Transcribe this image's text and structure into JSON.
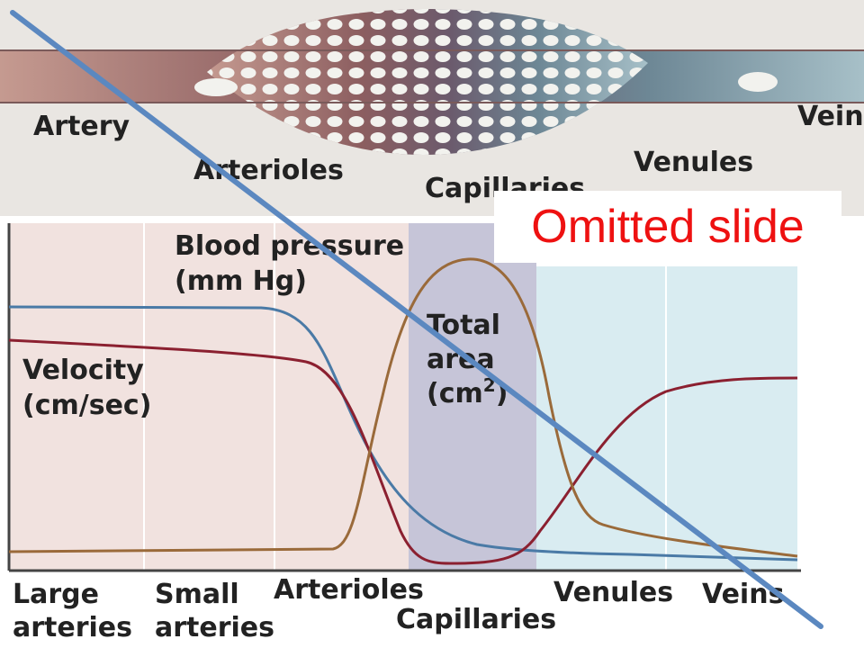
{
  "vessel_strip": {
    "labels": {
      "artery": "Artery",
      "arterioles": "Arterioles",
      "capillaries": "Capillaries",
      "venules": "Venules",
      "veins": "Veins"
    }
  },
  "graph": {
    "curve_labels": {
      "blood_pressure": [
        "Blood pressure",
        "(mm Hg)"
      ],
      "velocity": [
        "Velocity",
        "(cm/sec)"
      ],
      "total_area_line1": "Total",
      "total_area_line2": "area",
      "total_area_unit_base": "(cm",
      "total_area_unit_exp": "2",
      "total_area_unit_close": ")"
    },
    "x_labels": {
      "large_arteries": [
        "Large",
        "arteries"
      ],
      "small_arteries": [
        "Small",
        "arteries"
      ],
      "arterioles": "Arterioles",
      "capillaries": "Capillaries",
      "venules": "Venules",
      "veins": "Veins"
    }
  },
  "overlay": {
    "omitted_text": "Omitted slide"
  },
  "colors": {
    "blood_pressure": "#4a7aa6",
    "velocity": "#8b2030",
    "total_area": "#9a6a3a",
    "strike_line": "#5b88c0",
    "omitted_text": "#ee1111"
  }
}
